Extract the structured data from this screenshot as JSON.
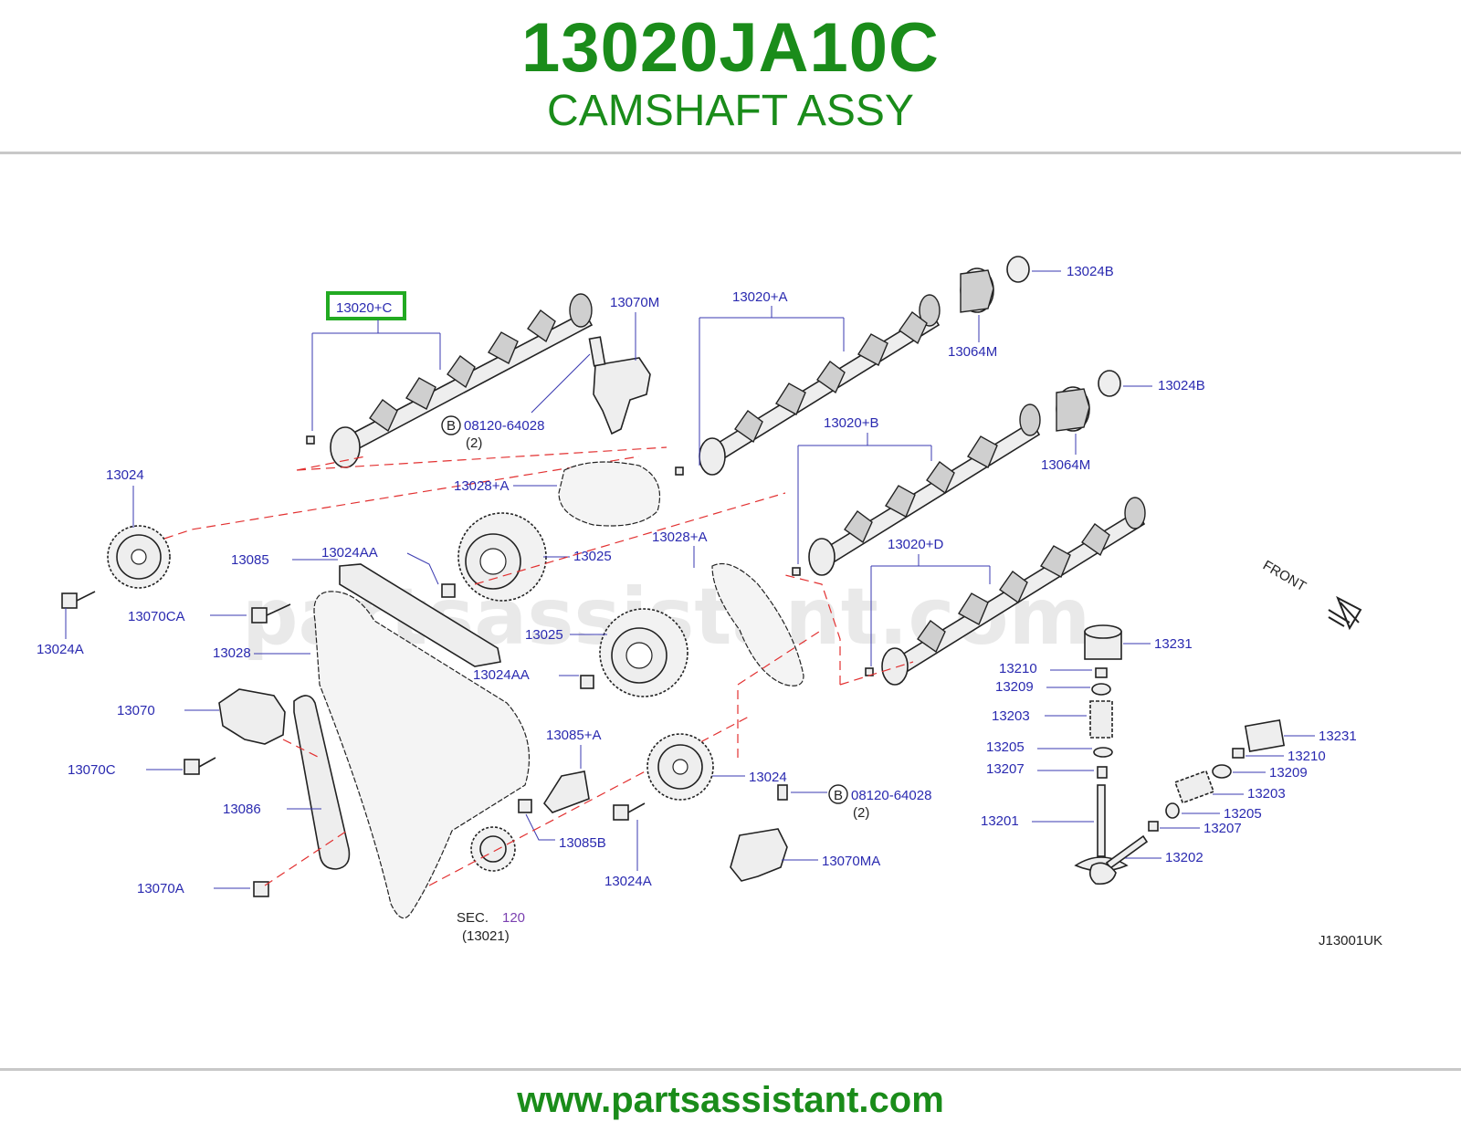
{
  "header": {
    "part_number": "13020JA10C",
    "part_name": "CAMSHAFT ASSY"
  },
  "footer": {
    "url": "www.partsassistant.com"
  },
  "watermark": "partsassistant.com",
  "diagram": {
    "code": "J13001UK",
    "front_label": "FRONT",
    "highlight_color": "#22aa22",
    "label_color": "#2a2ab0",
    "dash_color": "#e23030",
    "labels": {
      "l13020C": "13020+C",
      "l13070M": "13070M",
      "l13020A": "13020+A",
      "l13024B_1": "13024B",
      "l13064M_1": "13064M",
      "l13024B_2": "13024B",
      "l13064M_2": "13064M",
      "l13020B": "13020+B",
      "l13020D": "13020+D",
      "l08120_1": "08120-64028",
      "l08120_1_qty": "(2)",
      "l08120_2": "08120-64028",
      "l08120_2_qty": "(2)",
      "bolt_mark": "B",
      "l13024_1": "13024",
      "l13024A_1": "13024A",
      "l13028A_1": "13028+A",
      "l13085": "13085",
      "l13024AA_1": "13024AA",
      "l13025_1": "13025",
      "l13070CA": "13070CA",
      "l13028": "13028",
      "l13025_2": "13025",
      "l13028A_2": "13028+A",
      "l13024AA_2": "13024AA",
      "l13070": "13070",
      "l13085A": "13085+A",
      "l13070C": "13070C",
      "l13024_2": "13024",
      "l13086": "13086",
      "l13085B": "13085B",
      "l13024A_2": "13024A",
      "l13070A": "13070A",
      "l13070MA": "13070MA",
      "sec": "SEC.",
      "sec_num": "120",
      "sec_ref": "(13021)",
      "l13231_1": "13231",
      "l13210_1": "13210",
      "l13209_1": "13209",
      "l13203_1": "13203",
      "l13205_1": "13205",
      "l13207_1": "13207",
      "l13201": "13201",
      "l13231_2": "13231",
      "l13210_2": "13210",
      "l13209_2": "13209",
      "l13203_2": "13203",
      "l13205_2": "13205",
      "l13207_2": "13207",
      "l13202": "13202"
    }
  }
}
